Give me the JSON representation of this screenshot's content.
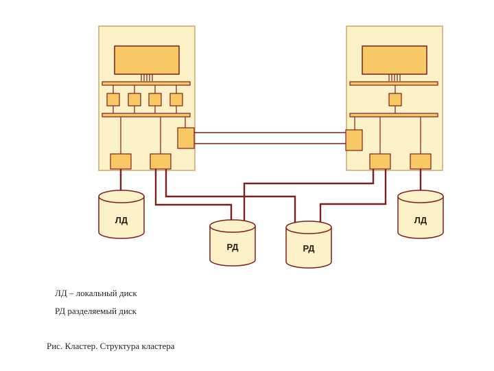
{
  "disks": {
    "local_left": "ЛД",
    "local_right": "ЛД",
    "shared_1": "РД",
    "shared_2": "РД"
  },
  "legend": {
    "local": "ЛД – локальный диск",
    "shared": "РД    разделяемый диск"
  },
  "caption": "Рис. Кластер. Структура кластера",
  "colors": {
    "node_fill": "#fdf1c8",
    "node_border": "#c9a66b",
    "component_fill": "#f8c864",
    "wire": "#7a1f1f",
    "disk_fill": "#fdf1c8"
  }
}
